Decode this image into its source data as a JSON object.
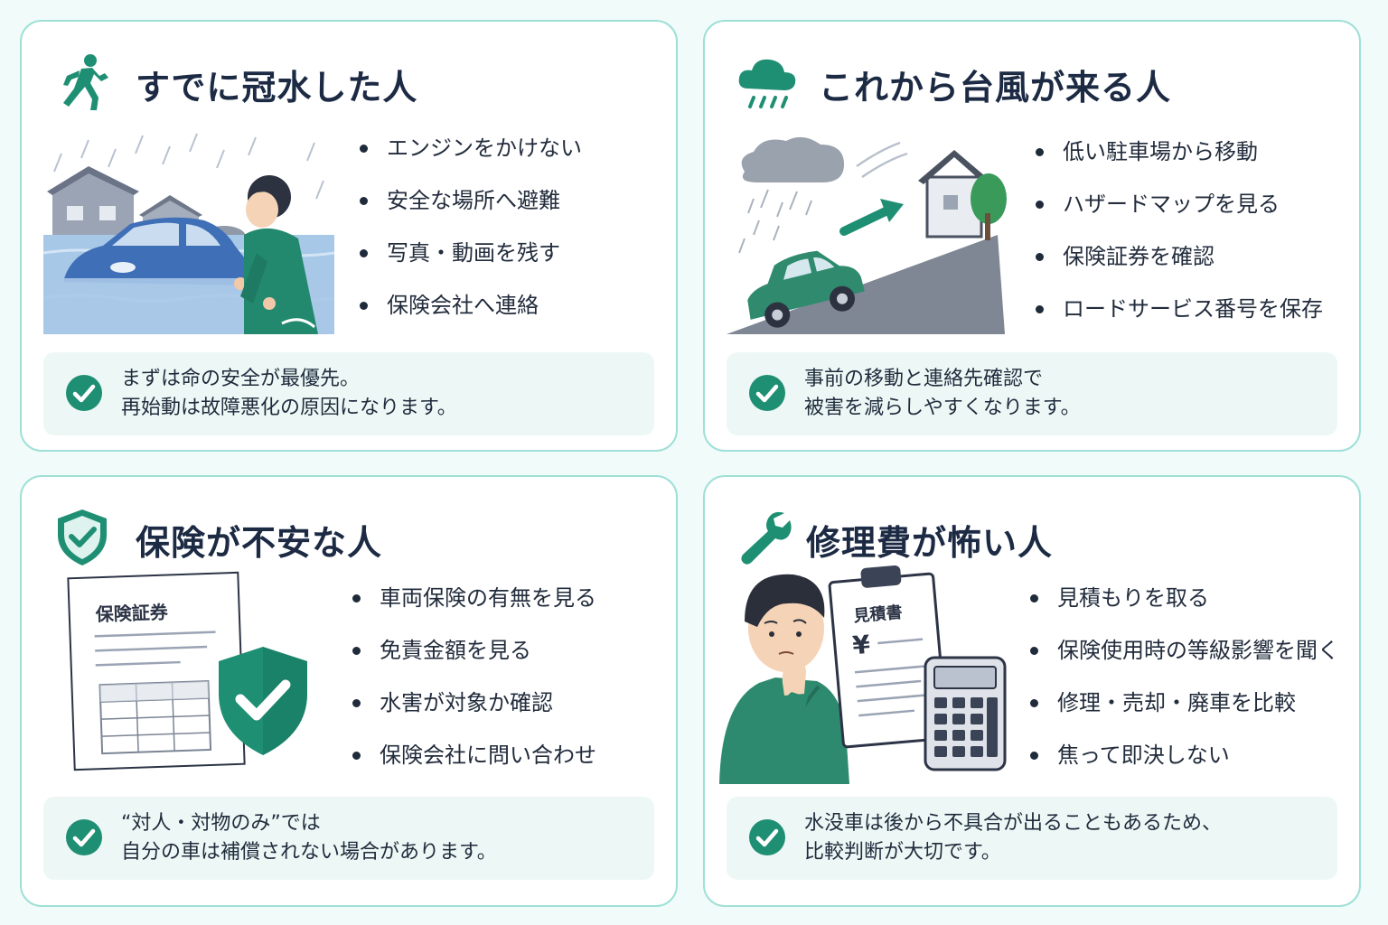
{
  "cards": [
    {
      "title": "すでに冠水した人",
      "icon": "running-person-icon",
      "bullets": [
        "エンジンをかけない",
        "安全な場所へ避難",
        "写真・動画を残す",
        "保険会社へ連絡"
      ],
      "note": [
        "まずは命の安全が最優先。",
        "再始動は故障悪化の原因になります。"
      ]
    },
    {
      "title": "これから台風が来る人",
      "icon": "rain-cloud-icon",
      "bullets": [
        "低い駐車場から移動",
        "ハザードマップを見る",
        "保険証券を確認",
        "ロードサービス番号を保存"
      ],
      "note": [
        "事前の移動と連絡先確認で",
        "被害を減らしやすくなります。"
      ]
    },
    {
      "title": "保険が不安な人",
      "icon": "shield-check-icon",
      "doc_label": "保険証券",
      "bullets": [
        "車両保険の有無を見る",
        "免責金額を見る",
        "水害が対象か確認",
        "保険会社に問い合わせ"
      ],
      "note": [
        "“対人・対物のみ”では",
        "自分の車は補償されない場合があります。"
      ]
    },
    {
      "title": "修理費が怖い人",
      "icon": "wrench-icon",
      "doc_label": "見積書",
      "currency": "¥",
      "bullets": [
        "見積もりを取る",
        "保険使用時の等級影響を聞く",
        "修理・売却・廃車を比較",
        "焦って即決しない"
      ],
      "note": [
        "水没車は後から不具合が出ることもあるため、",
        "比較判断が大切です。"
      ]
    }
  ],
  "colors": {
    "accent": "#1f8f74",
    "border": "#9fe0d6",
    "note_bg": "#edf8f6",
    "title": "#1c2a44"
  }
}
